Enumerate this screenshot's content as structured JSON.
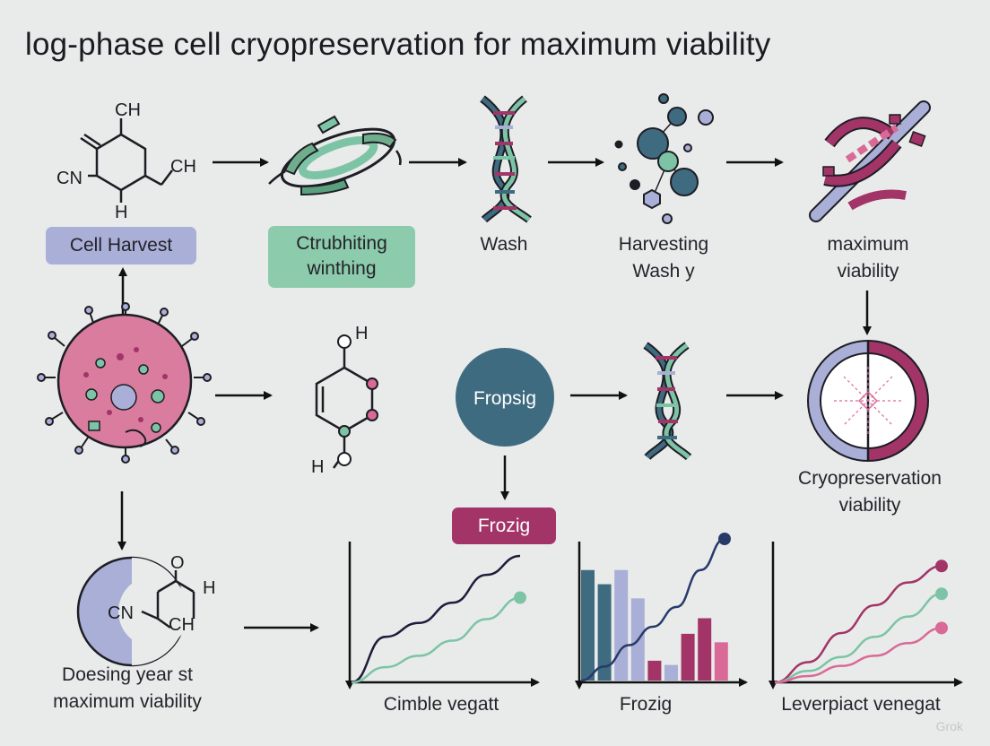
{
  "title": "log-phase cell cryopreservation for maximum viability",
  "steps": {
    "cell_harvest": "Cell Harvest",
    "crubhiting": "Ctrubhiting\nwinthing",
    "wash": "Wash",
    "harvesting": "Harvesting\nWash  y",
    "max_viability": "maximum\nviability",
    "fropsig": "Fropsig",
    "frozig_pill": "Frozig",
    "cryo": "Cryopreservation\nviability",
    "doesing": "Doesing year  st\nmaximum viability"
  },
  "molecule_labels": {
    "ch_top": "CH",
    "cn_left": "CN",
    "ch_right": "CH",
    "h_bottom": "H",
    "h_top2": "H",
    "h_bot2": "H",
    "o_top": "O",
    "h_right3": "H",
    "cn3": "CN",
    "ch3": "CH"
  },
  "charts": {
    "left_caption": "Cimble vegatt",
    "mid_caption": "Frozig",
    "right_caption": "Leverpiact venegat"
  },
  "chart_data": [
    {
      "type": "line",
      "title": "Cimble vegatt",
      "series": [
        {
          "values": [
            0,
            3.6,
            4.7,
            6.3,
            8.5,
            10
          ]
        },
        {
          "values": [
            0,
            1.2,
            2.1,
            3.3,
            5.0,
            6.7
          ]
        }
      ],
      "x": [
        0,
        1,
        2,
        3,
        4,
        5
      ],
      "ylim": [
        0,
        10
      ]
    },
    {
      "type": "bar",
      "title": "Frozig",
      "categories": [
        "1",
        "2",
        "3",
        "4",
        "5",
        "6",
        "7",
        "8",
        "9"
      ],
      "values": [
        7.8,
        6.8,
        7.8,
        5.8,
        1.4,
        1.1,
        3.3,
        4.4,
        2.7
      ],
      "series": [
        {
          "values": [
            0,
            1.0,
            2.5,
            3.8,
            5.2,
            7.8,
            10
          ]
        }
      ],
      "ylim": [
        0,
        10
      ]
    },
    {
      "type": "line",
      "title": "Leverpiact venegat",
      "series": [
        {
          "values": [
            0,
            1.6,
            3.9,
            6.1,
            7.9,
            9.2
          ]
        },
        {
          "values": [
            0,
            0.9,
            2.0,
            3.6,
            5.2,
            7.0
          ]
        },
        {
          "values": [
            0,
            0.5,
            1.3,
            2.1,
            3.1,
            4.3
          ]
        }
      ],
      "x": [
        0,
        1,
        2,
        3,
        4,
        5
      ],
      "ylim": [
        0,
        10
      ]
    }
  ],
  "colors": {
    "navy": "#273a6a",
    "teal": "#3f6b80",
    "mint": "#7cc4a5",
    "lavender": "#a9afd6",
    "magenta": "#a23467",
    "pink": "#d96a98"
  },
  "watermark": "Grok"
}
